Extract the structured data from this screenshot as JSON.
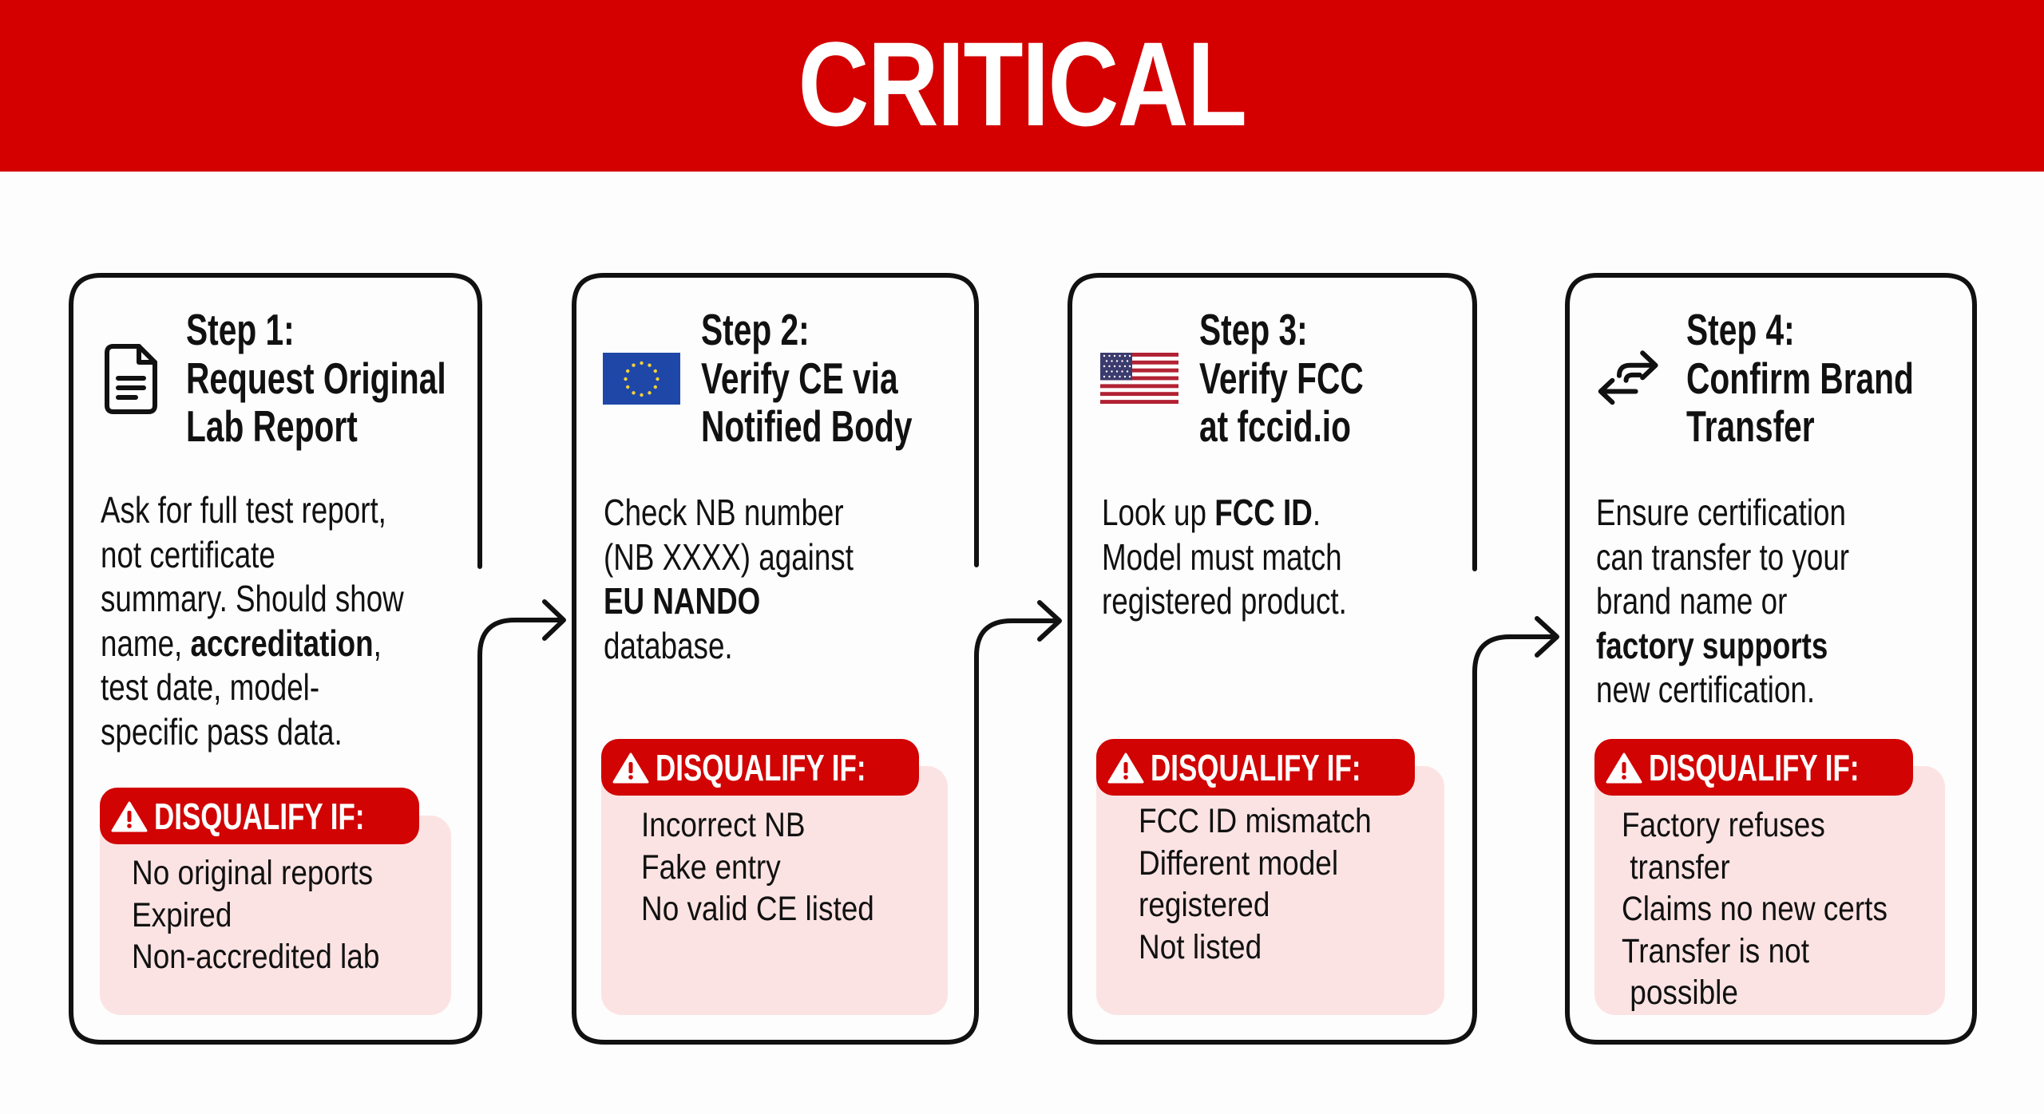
{
  "banner": {
    "title": "CRITICAL",
    "color": "#D40000"
  },
  "colors": {
    "accent_red": "#D40000",
    "pink_panel": "#FCE3E3",
    "outline": "#111111"
  },
  "steps": [
    {
      "icon": "document-icon",
      "title_lines": [
        "Step 1:",
        "Request Original",
        "Lab Report"
      ],
      "body_lines": [
        [
          {
            "t": "Ask for full test report,"
          }
        ],
        [
          {
            "t": "not certificate"
          }
        ],
        [
          {
            "t": "summary. Should show"
          }
        ],
        [
          {
            "t": "name, "
          },
          {
            "t": "accreditation",
            "b": true
          },
          {
            "t": ","
          }
        ],
        [
          {
            "t": "test date, model-"
          }
        ],
        [
          {
            "t": "specific pass data."
          }
        ]
      ],
      "disqualify_label": "DISQUALIFY IF:",
      "disqualify_lines": [
        "No original reports",
        "Expired",
        "Non-accredited lab"
      ]
    },
    {
      "icon": "eu-flag-icon",
      "title_lines": [
        "Step 2:",
        "Verify CE via",
        "Notified Body"
      ],
      "body_lines": [
        [
          {
            "t": "Check NB number"
          }
        ],
        [
          {
            "t": "(NB XXXX) against"
          }
        ],
        [
          {
            "t": "EU NANDO",
            "b": true
          }
        ],
        [
          {
            "t": "database."
          }
        ]
      ],
      "disqualify_label": "DISQUALIFY IF:",
      "disqualify_lines": [
        "Incorrect NB",
        "Fake entry",
        "No valid CE listed"
      ]
    },
    {
      "icon": "us-flag-icon",
      "title_lines": [
        "Step 3:",
        "Verify FCC",
        "at fccid.io"
      ],
      "body_lines": [
        [
          {
            "t": "Look up "
          },
          {
            "t": "FCC ID",
            "b": true
          },
          {
            "t": "."
          }
        ],
        [
          {
            "t": "Model must match"
          }
        ],
        [
          {
            "t": "registered product."
          }
        ]
      ],
      "disqualify_label": "DISQUALIFY IF:",
      "disqualify_lines": [
        "FCC ID mismatch",
        "Different model",
        "registered",
        "Not listed"
      ]
    },
    {
      "icon": "transfer-arrows-icon",
      "title_lines": [
        "Step 4:",
        "Confirm Brand",
        "Transfer"
      ],
      "body_lines": [
        [
          {
            "t": "Ensure certification"
          }
        ],
        [
          {
            "t": "can transfer to your"
          }
        ],
        [
          {
            "t": "brand name or"
          }
        ],
        [
          {
            "t": "factory supports",
            "b": true
          }
        ],
        [
          {
            "t": "new certification."
          }
        ]
      ],
      "disqualify_label": "DISQUALIFY IF:",
      "disqualify_lines": [
        "Factory refuses",
        " transfer",
        "Claims no new certs",
        "Transfer is not",
        " possible"
      ]
    }
  ]
}
